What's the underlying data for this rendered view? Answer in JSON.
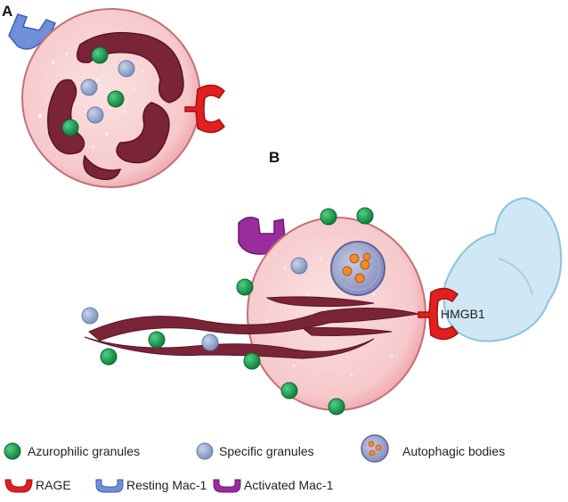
{
  "panels": {
    "a": "A",
    "b": "B"
  },
  "cell_b": {
    "receptor_label": "HMGB1"
  },
  "legend": {
    "azurophilic": "Azurophilic granules",
    "specific": "Specific granules",
    "autophagic": "Autophagic bodies",
    "rage": "RAGE",
    "resting": "Resting Mac-1",
    "activated": "Activated Mac-1"
  },
  "colors": {
    "cell_fill": "#f7cfd0",
    "cell_edge": "#e79aa0",
    "nucleus": "#7a2438",
    "azurophilic": "#1fa05a",
    "specific": "#9fb3d3",
    "rage": "#e02020",
    "resting_mac1": "#6f8fd8",
    "activated_mac1": "#9a2c9e",
    "hmgb1": "#cfe8f3"
  }
}
